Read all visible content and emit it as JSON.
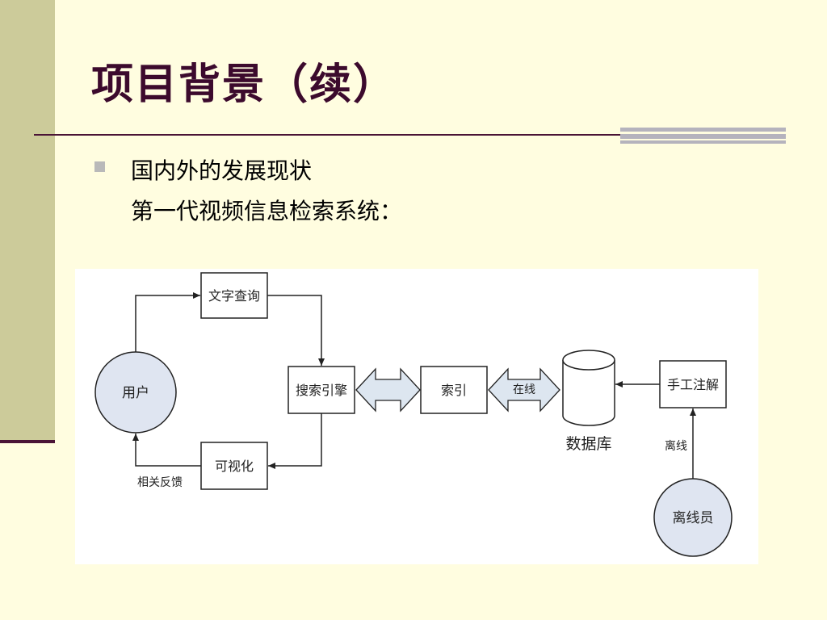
{
  "slide": {
    "title": "项目背景（续）",
    "bullet": {
      "line1": "国内外的发展现状",
      "line2": "第一代视频信息检索系统："
    }
  },
  "diagram": {
    "nodes": {
      "user": "用户",
      "text_query": "文字查询",
      "search_engine": "搜索引擎",
      "visualization": "可视化",
      "index": "索引",
      "database": "数据库",
      "manual_annotation": "手工注解",
      "offline_staff": "离线员"
    },
    "edge_labels": {
      "relevance_feedback": "相关反馈",
      "online": "在线",
      "offline": "离线"
    }
  },
  "colors": {
    "background": "#fffde0",
    "left_band": "#cccb9a",
    "title": "#3c0a2d",
    "rule": "#4a1436",
    "node_fill_blue": "#dfe5f1",
    "arrow_fill": "#dde6f0"
  }
}
